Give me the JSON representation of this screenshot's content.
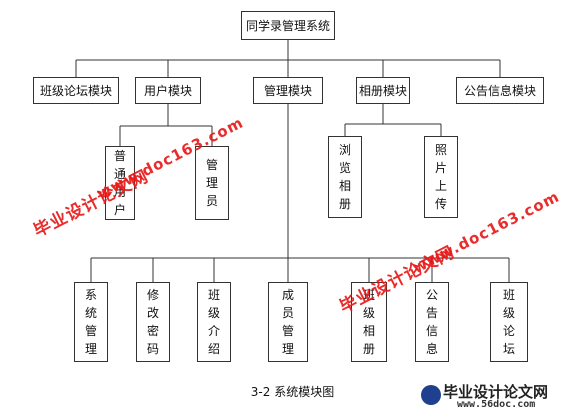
{
  "title": "同学录管理系统",
  "modules": [
    {
      "key": "forum",
      "label": "班级论坛模块"
    },
    {
      "key": "user",
      "label": "用户模块"
    },
    {
      "key": "admin",
      "label": "管理模块"
    },
    {
      "key": "album",
      "label": "相册模块"
    },
    {
      "key": "notice",
      "label": "公告信息模块"
    }
  ],
  "user_children": [
    "普通用户",
    "管理员"
  ],
  "album_children": [
    "浏览相册",
    "照片上传"
  ],
  "admin_children": [
    "系统管理",
    "修改密码",
    "班级介绍",
    "成员管理",
    "班级相册",
    "公告信息",
    "班级论坛"
  ],
  "caption": "3-2 系统模块图",
  "watermark": {
    "cn": "毕业设计论文网",
    "url": "www.doc163.com",
    "color": "#e81a1a"
  },
  "brand": {
    "name": "毕业设计论文网",
    "url": "www.56doc.com"
  }
}
